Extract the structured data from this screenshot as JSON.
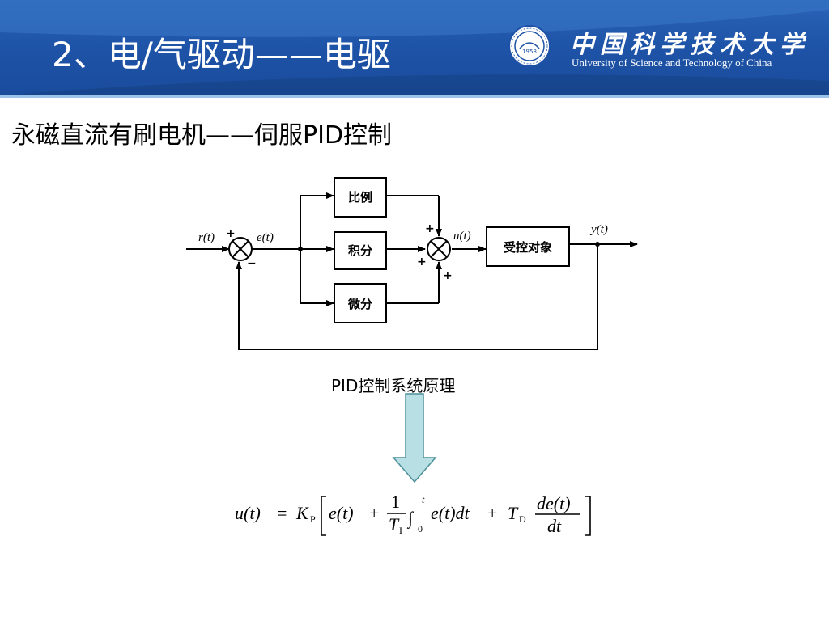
{
  "header": {
    "title": "2、电/气驱动——电驱",
    "university_cn": "中国科学技术大学",
    "university_en": "University of Science and Technology of China",
    "seal_year": "1958"
  },
  "subtitle": "永磁直流有刷电机——伺服PID控制",
  "diagram": {
    "blocks": {
      "proportional": "比例",
      "integral": "积分",
      "derivative": "微分",
      "plant": "受控对象"
    },
    "signals": {
      "r": "r(t)",
      "e": "e(t)",
      "u": "u(t)",
      "y": "y(t)"
    },
    "signs": {
      "plus": "+",
      "minus": "−"
    }
  },
  "caption": "PID控制系统原理",
  "formula": {
    "lhs": "u(t)",
    "eq": "=",
    "kp": "K",
    "kp_sub": "P",
    "e_t": "e(t)",
    "plus": "+",
    "one": "1",
    "ti": "T",
    "ti_sub": "I",
    "int_sign": "∫",
    "int_upper": "t",
    "int_lower": "0",
    "integrand": "e(t)dt",
    "td": "T",
    "td_sub": "D",
    "de": "de(t)",
    "dt": "dt"
  },
  "colors": {
    "header_blue": "#1d52a6",
    "arrow_fill": "#b8dfe4",
    "arrow_stroke": "#4c8f99"
  }
}
